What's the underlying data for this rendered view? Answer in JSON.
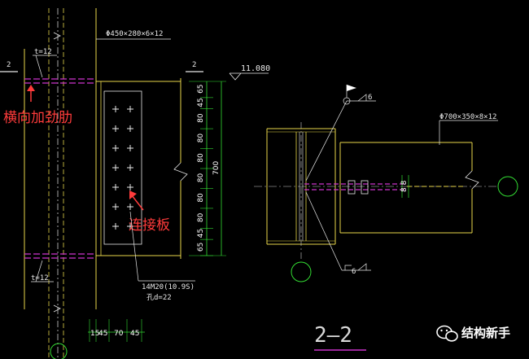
{
  "labels": {
    "beam_left": "Φ450×280×6×12",
    "t_top": "t=12",
    "t_bottom": "t=12",
    "section_mark_left": "2",
    "section_mark_right": "2",
    "elevation": "11.080",
    "stiffener": "横向加劲肋",
    "plate": "连接板",
    "bolts": "14M20(10.9S)",
    "hole": "孔d=22",
    "beam_right": "Φ700×350×8×12",
    "weld_top": "6",
    "weld_bottom": "6",
    "section_title": "2—2",
    "watermark": "结构新手"
  },
  "dims": {
    "vertical": [
      "65",
      "45",
      "80",
      "80",
      "80",
      "80",
      "80",
      "80",
      "45",
      "65"
    ],
    "total": "700",
    "horizontal": [
      "15",
      "45",
      "70",
      "45"
    ],
    "side_right": "8 8"
  },
  "colors": {
    "background": "#000000",
    "steel": "#e8d64a",
    "dimension": "#33dd33",
    "weld_mark": "#cc33cc",
    "annotation": "#ff3b3b",
    "cyan": "#33cccc"
  },
  "icons": {
    "watermark": "wechat-icon"
  }
}
